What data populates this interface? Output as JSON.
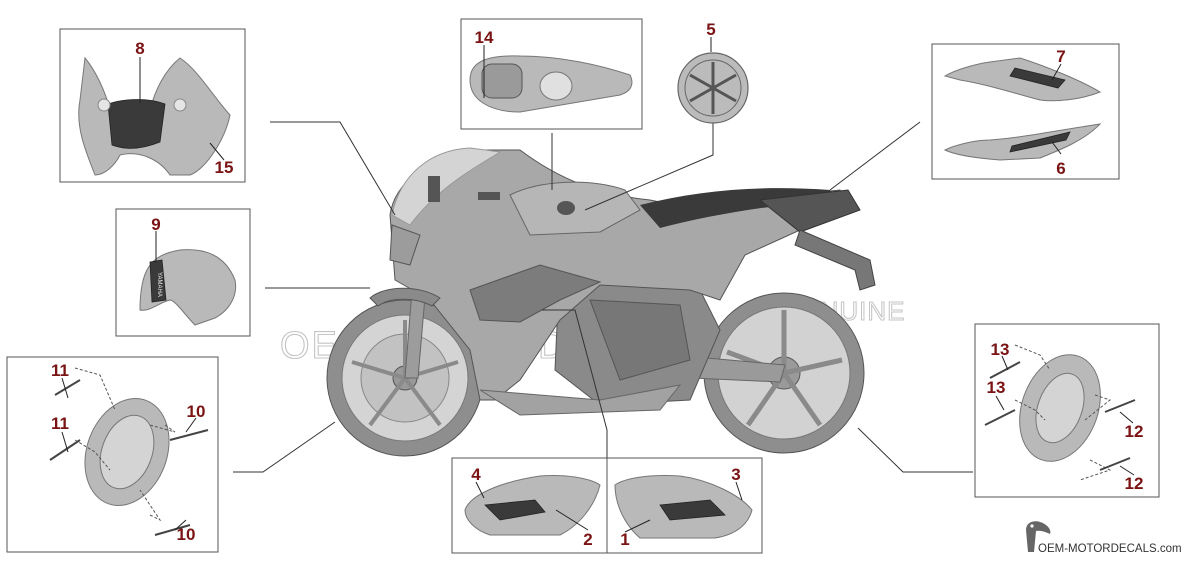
{
  "watermark": {
    "line1": "OEM-MOTORDECALS.com",
    "line2": "GENUINE"
  },
  "brand": {
    "logo_text": "OEM-MOTORDECALS.com"
  },
  "decal_label": "YAMAHA",
  "callouts": {
    "c1": "1",
    "c2": "2",
    "c3": "3",
    "c4": "4",
    "c5": "5",
    "c6": "6",
    "c7": "7",
    "c8": "8",
    "c9": "9",
    "c10a": "10",
    "c10b": "10",
    "c11a": "11",
    "c11b": "11",
    "c12a": "12",
    "c12b": "12",
    "c13a": "13",
    "c13b": "13",
    "c14": "14",
    "c15": "15"
  },
  "colors": {
    "callout": "#7a1414",
    "frame": "#555555",
    "body": "#a8a8a8"
  }
}
